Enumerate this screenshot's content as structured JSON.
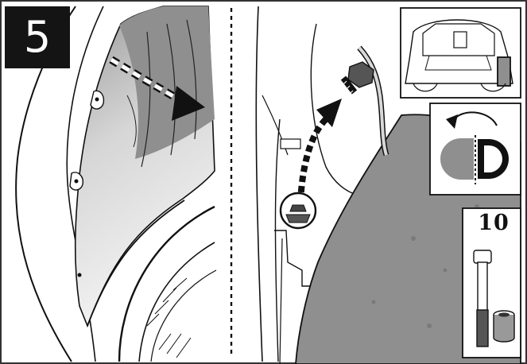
{
  "step": {
    "number": "5"
  },
  "panels": {
    "left": {
      "icon": "wheel-arch-liner-release"
    },
    "right": {
      "icon": "remove-bolt-from-liner"
    },
    "locator": {
      "icon": "vehicle-rear-locator"
    },
    "rotation": {
      "icon": "counterclockwise-loosen"
    },
    "tool": {
      "icon": "socket-wrench",
      "size_label": "10"
    }
  },
  "colors": {
    "ink": "#111111",
    "shade": "#8f8f8f",
    "liner_light": "#e6e6e6",
    "frame": "#333333"
  }
}
